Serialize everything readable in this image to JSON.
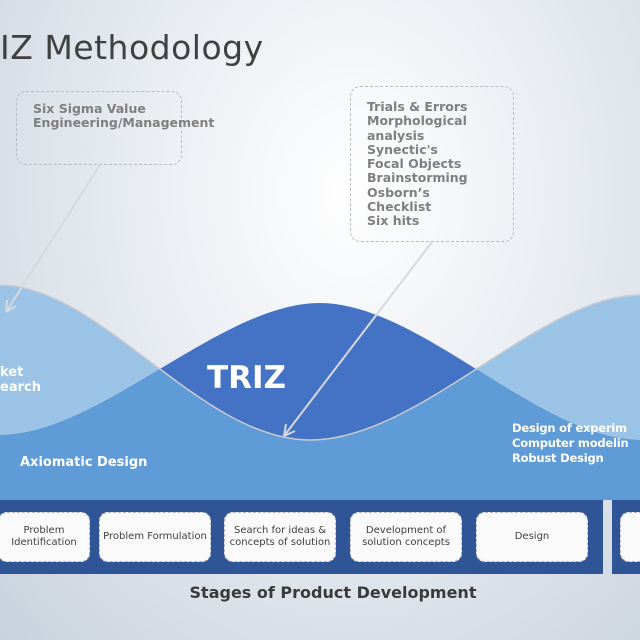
{
  "title": "IZ Methodology",
  "callouts": {
    "left": "Six Sigma Value Engineering/Management",
    "right": [
      "Trials & Errors",
      "Morphological analysis",
      "Synectic's",
      "Focal Objects",
      "Brainstorming",
      "Osborn’s Checklist",
      "Six hits"
    ]
  },
  "labels": {
    "market": "ket\nearch",
    "axiomatic": "Axiomatic Design",
    "triz": "TRIZ",
    "right": [
      "Design of experim",
      "Computer modelin",
      "Robust Design"
    ]
  },
  "stages": [
    "Problem Identification",
    "Problem Formulation",
    "Search for ideas & concepts of solution",
    "Development of solution concepts",
    "Design"
  ],
  "footer": "Stages of Product Development",
  "colors": {
    "light": "#9bc3e6",
    "mid": "#5f9bd6",
    "dark": "#4472c4",
    "band": "#2f5597"
  }
}
